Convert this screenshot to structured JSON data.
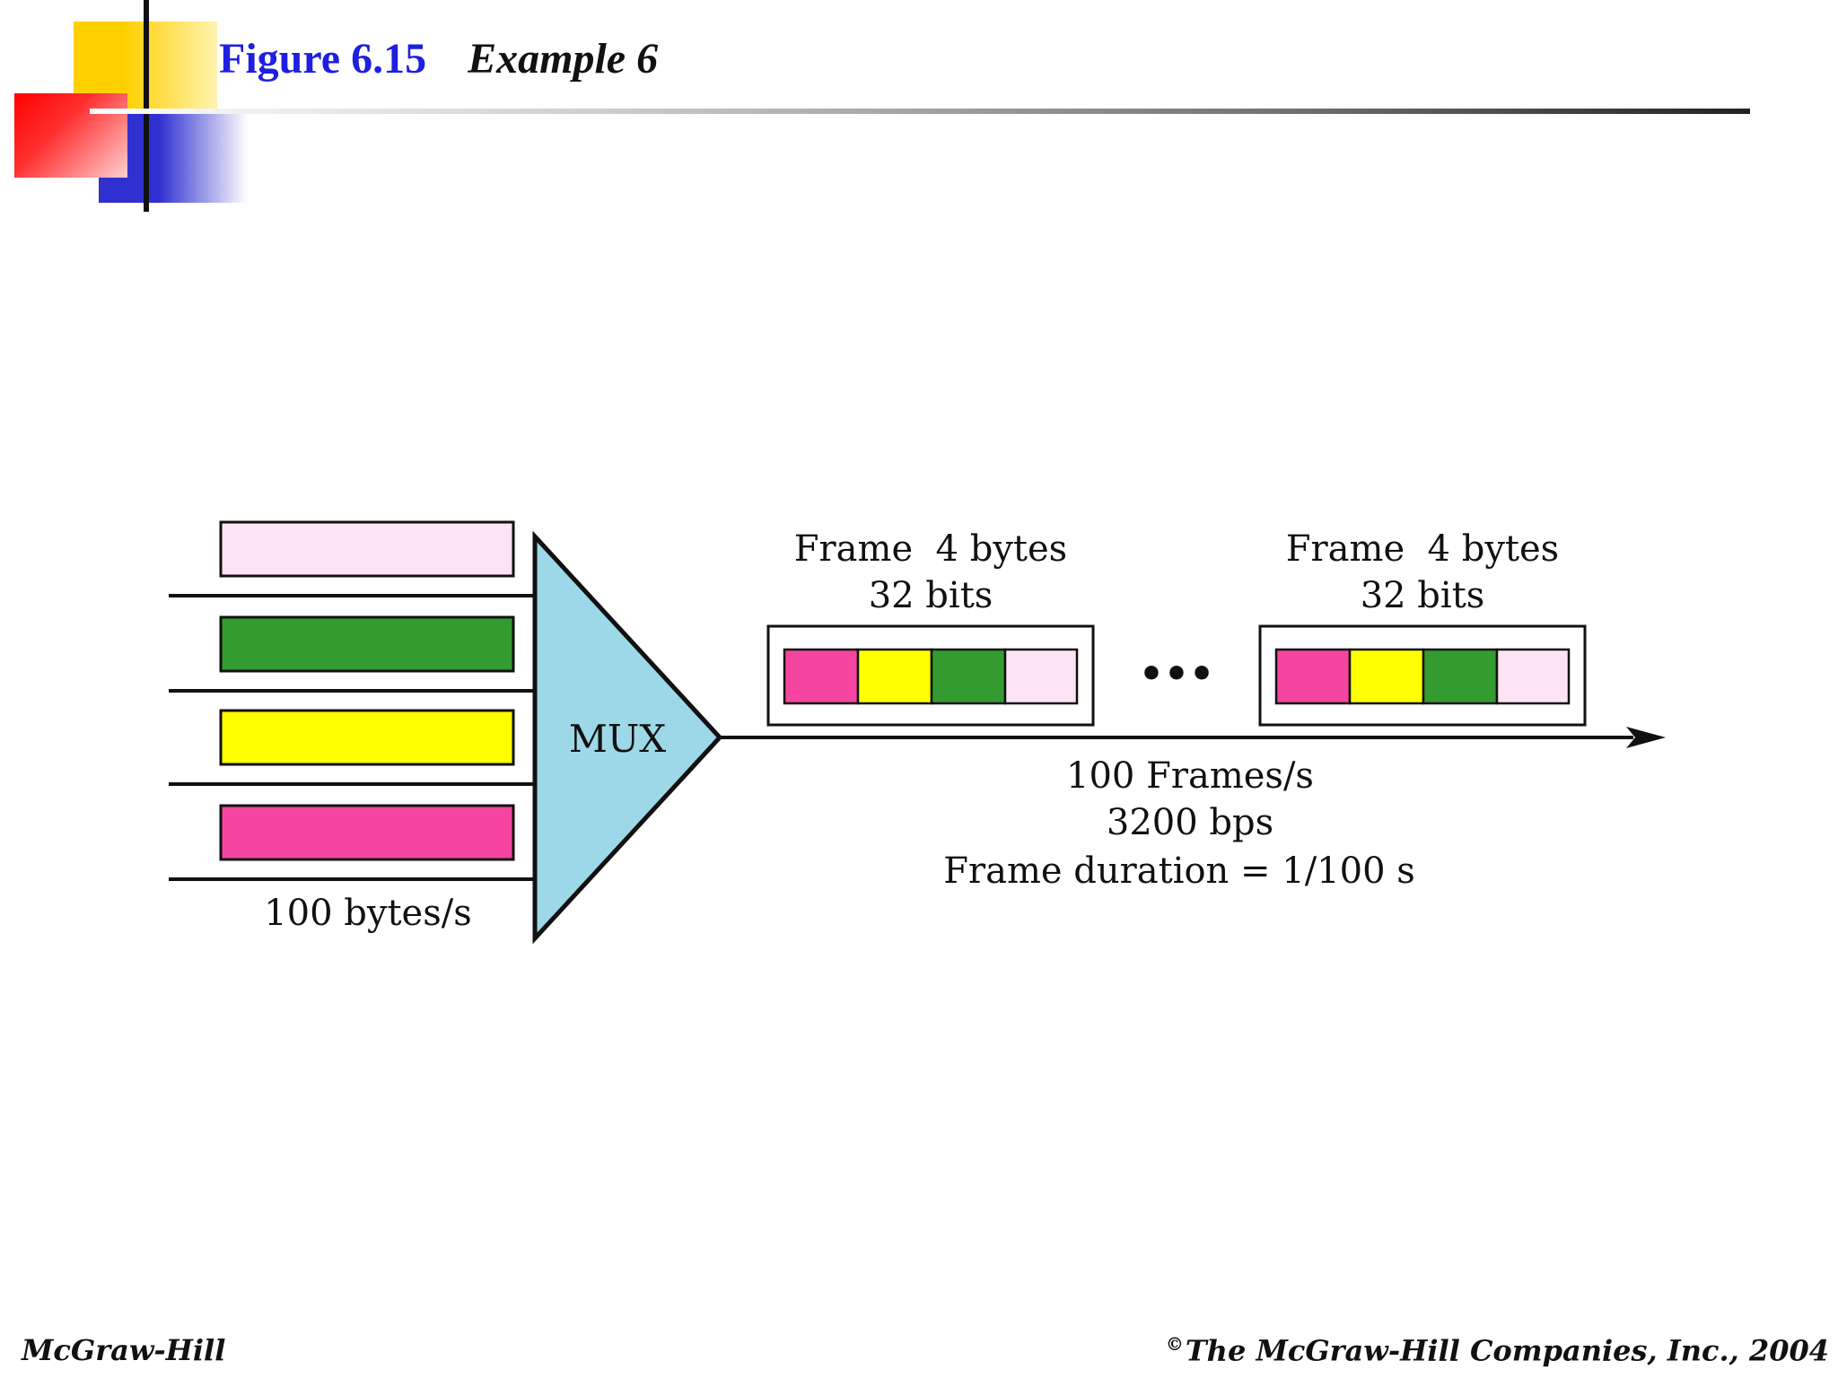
{
  "title": {
    "number": "Figure 6.15",
    "name": "Example 6"
  },
  "colors": {
    "pink": "#f545a1",
    "light_pink": "#fde4f2",
    "green": "#339b2f",
    "yellow": "#ffff00",
    "mux": "#9dd8e8",
    "title_blue": "#1f1fe0"
  },
  "inputs": {
    "rate_label": "100 bytes/s",
    "channels": [
      {
        "color": "light_pink"
      },
      {
        "color": "green"
      },
      {
        "color": "yellow"
      },
      {
        "color": "pink"
      }
    ]
  },
  "mux": {
    "label": "MUX"
  },
  "frames": [
    {
      "label_line1": "Frame  4 bytes",
      "label_line2": "32 bits",
      "slots": [
        "pink",
        "yellow",
        "green",
        "light_pink"
      ]
    },
    {
      "label_line1": "Frame  4 bytes",
      "label_line2": "32 bits",
      "slots": [
        "pink",
        "yellow",
        "green",
        "light_pink"
      ]
    }
  ],
  "ellipsis": "•••",
  "output": {
    "line1": "100 Frames/s",
    "line2": "3200 bps",
    "line3": "Frame duration = 1/100 s"
  },
  "footer": {
    "left": "McGraw-Hill",
    "copyright_symbol": "©",
    "right": "The McGraw-Hill Companies, Inc., 2004"
  }
}
